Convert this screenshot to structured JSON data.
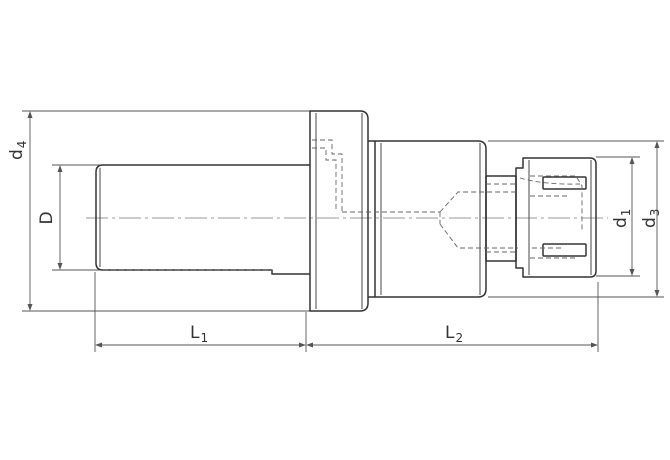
{
  "labels": {
    "d4": {
      "main": "d",
      "sub": "4"
    },
    "D": {
      "main": "D"
    },
    "L1": {
      "main": "L",
      "sub": "1"
    },
    "L2": {
      "main": "L",
      "sub": "2"
    },
    "d1": {
      "main": "d",
      "sub": "1"
    },
    "d3": {
      "main": "d",
      "sub": "3"
    }
  },
  "colors": {
    "outline": "#333333",
    "hidden": "#666666",
    "dimension": "#555555",
    "background": "#ffffff"
  }
}
